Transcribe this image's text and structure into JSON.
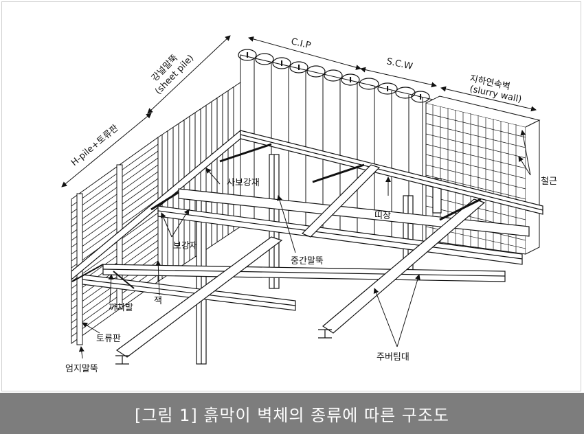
{
  "labels": {
    "cip": "C.I.P",
    "scw": "S.C.W",
    "sheet_pile_ko": "강널말뚝",
    "sheet_pile_en": "(sheet pile)",
    "hpile": "H-pile+토류판",
    "slurry_ko": "지하연속벽",
    "slurry_en": "(slurry wall)",
    "rebar": "철근",
    "diagonal_brace": "사보강재",
    "wale": "띠장",
    "brace": "보강재",
    "king_post": "중간말뚝",
    "knee_brace": "까치발",
    "jack": "잭",
    "lagging": "토류판",
    "soldier_pile": "엄지말뚝",
    "strut": "주버팀대"
  },
  "caption": "[그림 1] 흙막이 벽체의 종류에 따른 구조도",
  "colors": {
    "line": "#111111",
    "caption_bg": "#7d7d7d",
    "caption_text": "#ffffff"
  }
}
